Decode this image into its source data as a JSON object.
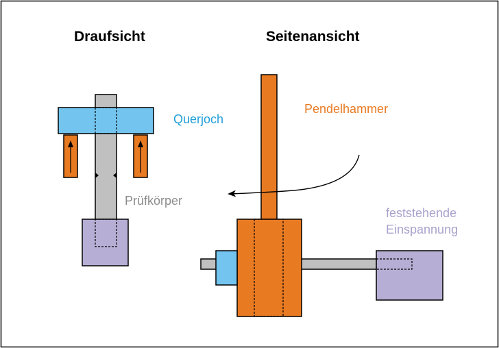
{
  "views": {
    "top_view_title": "Draufsicht",
    "side_view_title": "Seitenansicht"
  },
  "labels": {
    "crossbar": "Querjoch",
    "specimen": "Prüfkörper",
    "pendulum_hammer": "Pendelhammer",
    "fixed_clamp_line1": "feststehende",
    "fixed_clamp_line2": "Einspannung"
  },
  "colors": {
    "crossbar": "#73c5f0",
    "specimen": "#c0c0c0",
    "hammer": "#e87a22",
    "clamp": "#b6aed4",
    "crossbar_text": "#22a0d8",
    "specimen_text": "#8c8c8c",
    "hammer_text": "#e87a22",
    "clamp_text": "#a9a2cc"
  }
}
